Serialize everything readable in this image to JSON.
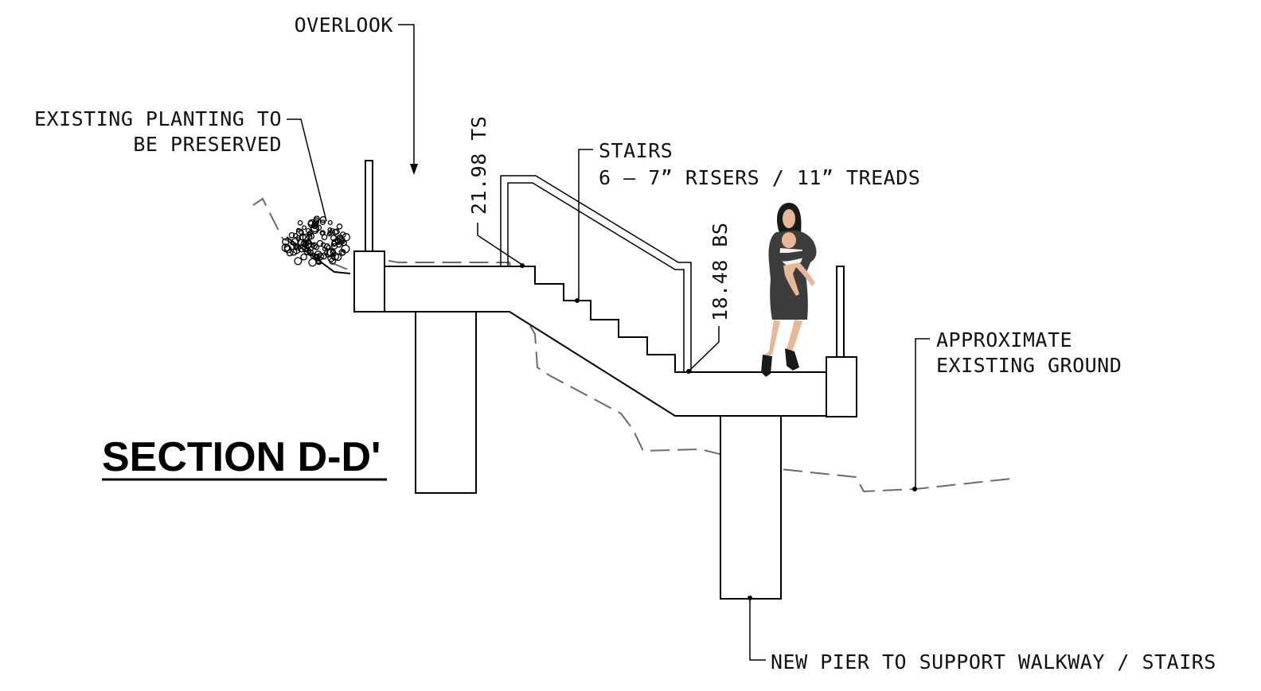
{
  "title": "SECTION D-D'",
  "labels": {
    "overlook": "OVERLOOK",
    "planting_line1": "EXISTING PLANTING TO",
    "planting_line2": "BE PRESERVED",
    "top_of_stair": "21.98 TS",
    "stairs_line1": "STAIRS",
    "stairs_line2": "6 – 7” RISERS / 11” TREADS",
    "bottom_of_stair": "18.48 BS",
    "ground_line1": "APPROXIMATE",
    "ground_line2": "EXISTING GROUND",
    "pier": "NEW PIER TO SUPPORT WALKWAY / STAIRS"
  },
  "figure": "woman-holding-baby",
  "colors": {
    "linework": "#000000",
    "ground_line": "#6a6a6a",
    "figure_dress": "#3c3c3c",
    "figure_skin": "#e8b896"
  }
}
